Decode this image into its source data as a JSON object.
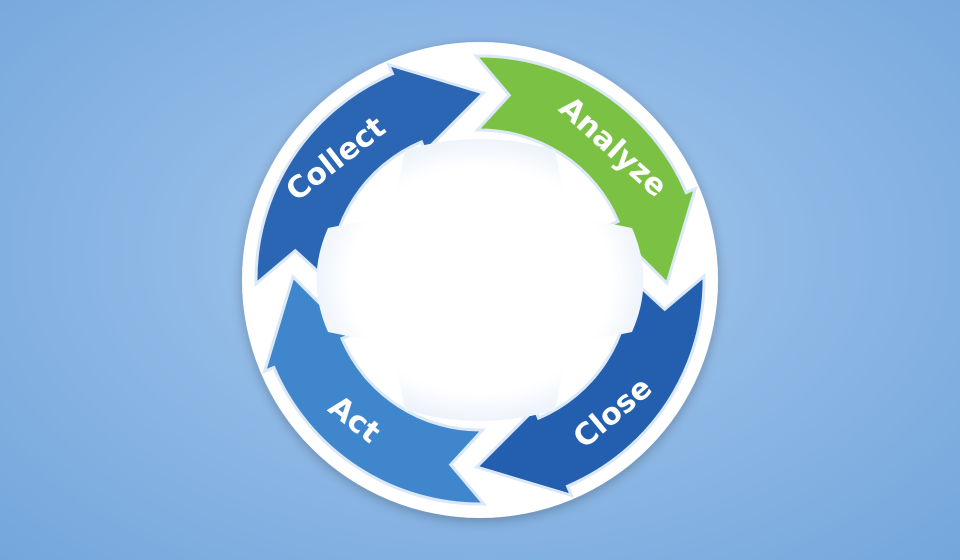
{
  "diagram": {
    "type": "cycle",
    "stages": [
      {
        "label": "Collect",
        "color": "#2a66b3"
      },
      {
        "label": "Analyze",
        "color": "#7bc143"
      },
      {
        "label": "Close",
        "color": "#235fae"
      },
      {
        "label": "Act",
        "color": "#3f86cc"
      }
    ],
    "ring_color": "#ffffff",
    "center_color": "#ffffff"
  }
}
